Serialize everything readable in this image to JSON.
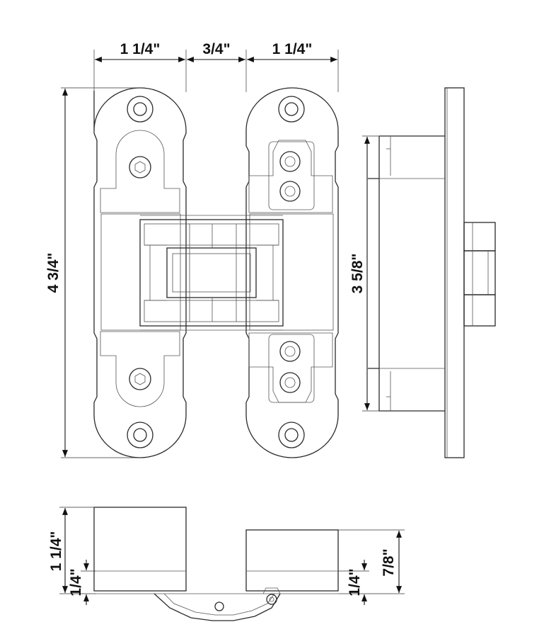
{
  "diagram": {
    "top_dimensions": {
      "left_plate": "1 1/4\"",
      "gap": "3/4\"",
      "right_plate": "1 1/4\""
    },
    "overall_height": "4 3/4\"",
    "side_height": "3 5/8\"",
    "bottom_left": {
      "height": "1 1/4\"",
      "flange": "1/4\""
    },
    "bottom_right": {
      "flange": "1/4\"",
      "height": "7/8\""
    }
  }
}
